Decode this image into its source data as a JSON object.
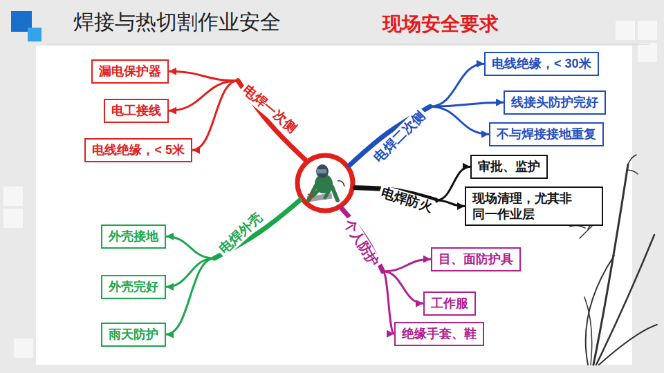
{
  "diagram": {
    "title": "焊接与热切割作业安全",
    "nodes": [
      {
        "text": [
          "电焊一次侧"
        ]
      },
      {
        "text": [
          "漏电保护器"
        ]
      },
      {
        "text": [
          "电工接线"
        ]
      },
      {
        "text": [
          "电线绝缘，< 5米"
        ]
      },
      {
        "text": [
          "电焊二次侧"
        ]
      },
      {
        "text": [
          "电线绝缘，< 30米"
        ]
      },
      {
        "text": [
          "线接头防护完好"
        ]
      },
      {
        "text": [
          "不与焊接接地重复"
        ]
      },
      {
        "text": [
          "电焊防火"
        ]
      },
      {
        "text": [
          "审批、监护"
        ]
      },
      {
        "text": [
          "现场清理，尤其非 同一作业层"
        ]
      },
      {
        "text": [
          "电焊外壳"
        ]
      },
      {
        "text": [
          "外壳接地"
        ]
      },
      {
        "text": [
          "外壳完好"
        ]
      },
      {
        "text": [
          "雨天防护"
        ]
      },
      {
        "text": [
          "个人防护"
        ]
      },
      {
        "text": [
          "目、面防护具"
        ]
      },
      {
        "text": [
          "工作服"
        ]
      },
      {
        "text": [
          "绝缘手套、鞋"
        ]
      }
    ],
    "edges": [
      {
        "from": 0,
        "to": 1,
        "arrow": "to"
      },
      {
        "from": 0,
        "to": 2,
        "arrow": "to"
      },
      {
        "from": 0,
        "to": 3,
        "arrow": "to"
      },
      {
        "from": 4,
        "to": 5,
        "arrow": "to"
      },
      {
        "from": 4,
        "to": 6,
        "arrow": "to"
      },
      {
        "from": 4,
        "to": 7,
        "arrow": "to"
      },
      {
        "from": 8,
        "to": 9,
        "arrow": "to"
      },
      {
        "from": 8,
        "to": 10,
        "arrow": "to"
      },
      {
        "from": 11,
        "to": 12,
        "arrow": "to"
      },
      {
        "from": 11,
        "to": 13,
        "arrow": "to"
      },
      {
        "from": 11,
        "to": 14,
        "arrow": "to"
      },
      {
        "from": 15,
        "to": 16,
        "arrow": "to"
      },
      {
        "from": 15,
        "to": 17,
        "arrow": "to"
      },
      {
        "from": 15,
        "to": 18,
        "arrow": "to"
      }
    ],
    "labels": [
      "现场安全要求"
    ]
  }
}
